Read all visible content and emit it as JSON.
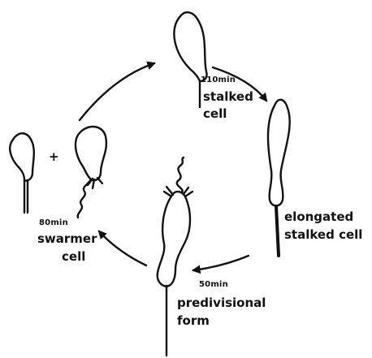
{
  "diagram": {
    "plus_sign": "+",
    "stages": [
      {
        "key": "stalked",
        "time": "110min",
        "name_lines": [
          "stalked",
          "cell"
        ]
      },
      {
        "key": "elongated",
        "time": "",
        "name_lines": [
          "elongated",
          "stalked cell"
        ]
      },
      {
        "key": "predivisional",
        "time": "50min",
        "name_lines": [
          "predivisional",
          "form"
        ]
      },
      {
        "key": "swarmer",
        "time": "80min",
        "name_lines": [
          "swarmer",
          "cell"
        ]
      }
    ],
    "colors": {
      "ink": "#111111",
      "background": "#ffffff"
    }
  }
}
